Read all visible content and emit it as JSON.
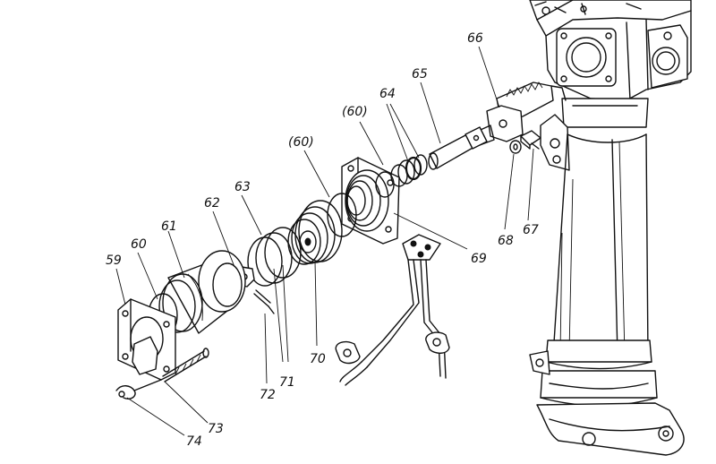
{
  "diagram": {
    "callouts": {
      "c59": "59",
      "c60a": "60",
      "c60b": "(60)",
      "c60c": "(60)",
      "c61": "61",
      "c62": "62",
      "c63": "63",
      "c64": "64",
      "c65": "65",
      "c66": "66",
      "c67": "67",
      "c68": "68",
      "c69": "69",
      "c70": "70",
      "c71": "71",
      "c72": "72",
      "c73": "73",
      "c74": "74"
    }
  }
}
